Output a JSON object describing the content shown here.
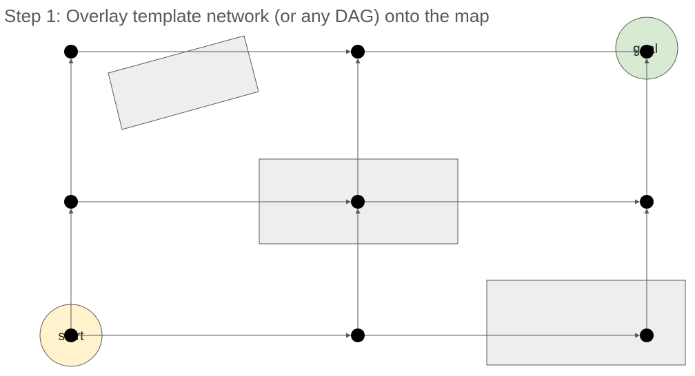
{
  "title": "Step 1: Overlay template network (or any DAG) onto the map",
  "colors": {
    "background": "#ffffff",
    "title_text": "#595959",
    "node_fill": "#000000",
    "edge_stroke": "#595959",
    "obstacle_fill": "#eeeeee",
    "obstacle_stroke": "#595959",
    "start_fill": "#fff2cc",
    "goal_fill": "#d9ead3"
  },
  "start": {
    "label": "start"
  },
  "goal": {
    "label": "goal"
  },
  "obstacles": [
    {
      "name": "obstacle-tilted-top-left"
    },
    {
      "name": "obstacle-center"
    },
    {
      "name": "obstacle-bottom-right"
    }
  ],
  "nodes": [
    {
      "id": "n00",
      "col": 0,
      "row": 0
    },
    {
      "id": "n10",
      "col": 1,
      "row": 0
    },
    {
      "id": "n20",
      "col": 2,
      "row": 0
    },
    {
      "id": "n01",
      "col": 0,
      "row": 1
    },
    {
      "id": "n11",
      "col": 1,
      "row": 1
    },
    {
      "id": "n21",
      "col": 2,
      "row": 1
    },
    {
      "id": "n02",
      "col": 0,
      "row": 2
    },
    {
      "id": "n12",
      "col": 1,
      "row": 2
    },
    {
      "id": "n22",
      "col": 2,
      "row": 2
    }
  ],
  "edges": [
    [
      "n02",
      "n12"
    ],
    [
      "n12",
      "n22"
    ],
    [
      "n01",
      "n11"
    ],
    [
      "n11",
      "n21"
    ],
    [
      "n00",
      "n10"
    ],
    [
      "n10",
      "n20"
    ],
    [
      "n02",
      "n01"
    ],
    [
      "n01",
      "n00"
    ],
    [
      "n12",
      "n11"
    ],
    [
      "n11",
      "n10"
    ],
    [
      "n22",
      "n21"
    ],
    [
      "n21",
      "n20"
    ]
  ]
}
